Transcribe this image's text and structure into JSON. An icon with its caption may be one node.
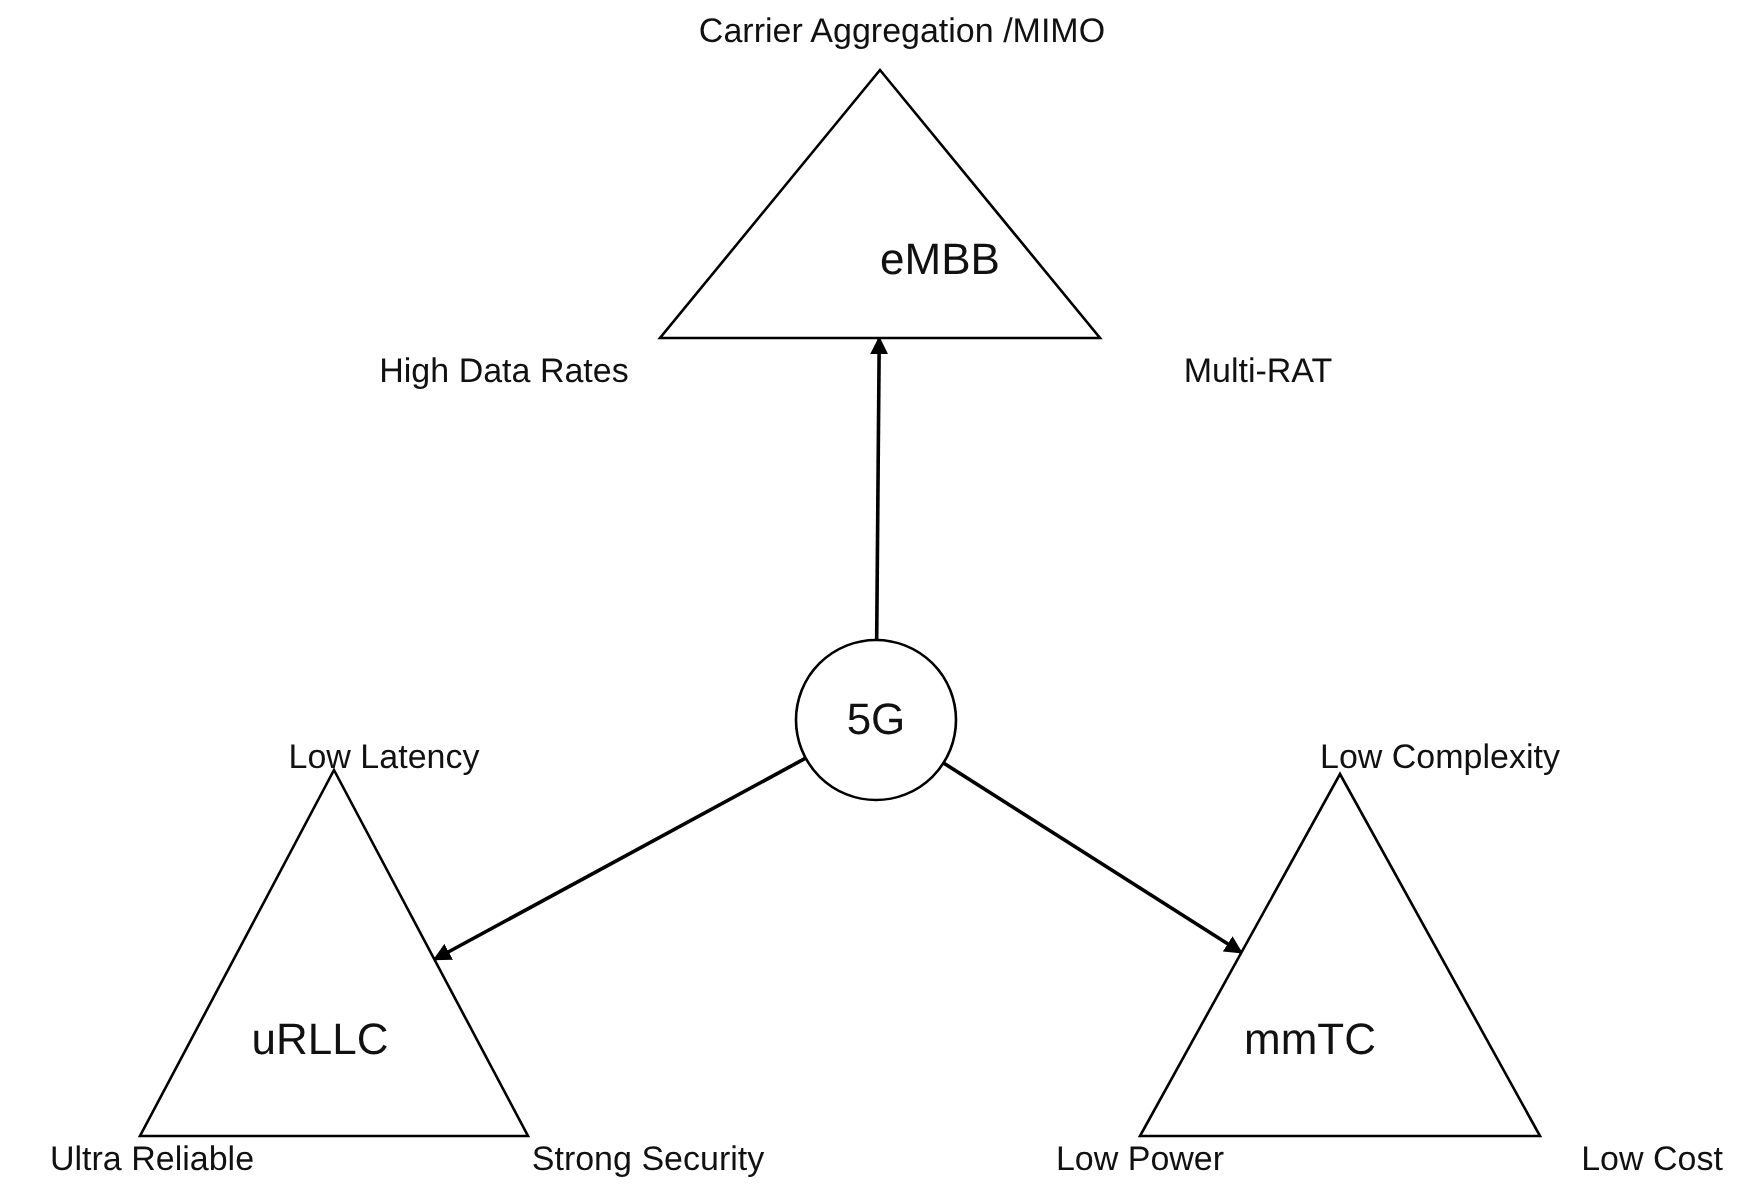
{
  "diagram": {
    "nodes": [
      {
        "text": [
          "eMBB"
        ],
        "beside": [
          "Carrier Aggregation /MIMO",
          "High Data Rates",
          "Multi-RAT"
        ]
      },
      {
        "text": [
          "5G"
        ]
      },
      {
        "text": [
          "uRLLC"
        ],
        "beside": [
          "Low Latency",
          "Ultra Reliable",
          "Strong Security"
        ]
      },
      {
        "text": [
          "mmTC"
        ],
        "beside": [
          "Low Complexity",
          "Low Power",
          "Low Cost"
        ]
      }
    ],
    "edges": [
      {
        "from": 1,
        "to": 0,
        "arrow": "to"
      },
      {
        "from": 1,
        "to": 2,
        "arrow": "to"
      },
      {
        "from": 1,
        "to": 3,
        "arrow": "to"
      }
    ]
  }
}
